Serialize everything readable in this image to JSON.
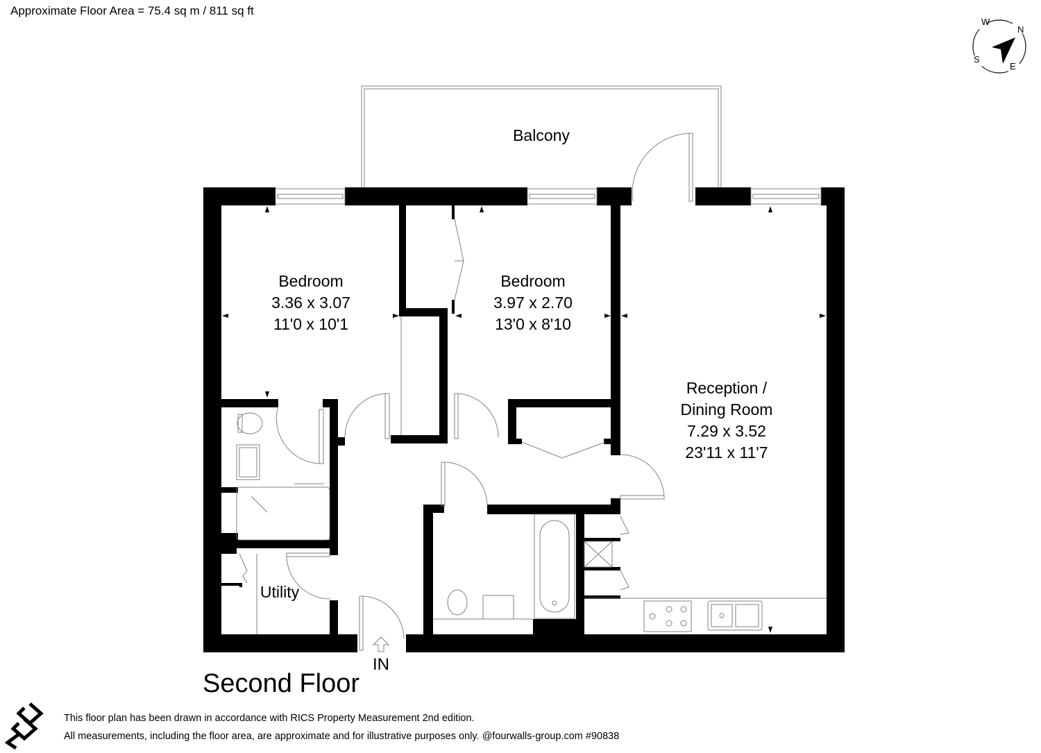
{
  "header": {
    "floor_area": "Approximate Floor Area = 75.4 sq m / 811 sq ft"
  },
  "compass": {
    "icon": "compass-icon",
    "north": "N",
    "south": "S",
    "east": "E",
    "west": "W"
  },
  "plan": {
    "floor_title": "Second Floor",
    "entrance_label": "IN",
    "entrance_icon": "arrow-up-icon",
    "wall_color": "#000000",
    "fixture_line_color": "#808080",
    "rooms": [
      {
        "id": "balcony",
        "name": "Balcony"
      },
      {
        "id": "bedroom-1",
        "name": "Bedroom",
        "metric": "3.36 x 3.07",
        "imperial": "11'0 x 10'1"
      },
      {
        "id": "bedroom-2",
        "name": "Bedroom",
        "metric": "3.97 x 2.70",
        "imperial": "13'0 x 8'10"
      },
      {
        "id": "reception",
        "name_line1": "Reception /",
        "name_line2": "Dining Room",
        "metric": "7.29 x 3.52",
        "imperial": "23'11 x 11'7"
      },
      {
        "id": "utility",
        "name": "Utility"
      }
    ]
  },
  "footer": {
    "logo_icon": "fourwalls-logo-icon",
    "line1": "This floor plan has been drawn in accordance with RICS Property Measurement 2nd edition.",
    "line2": "All measurements, including the floor area, are approximate and for illustrative purposes only. @fourwalls-group.com #90838"
  }
}
